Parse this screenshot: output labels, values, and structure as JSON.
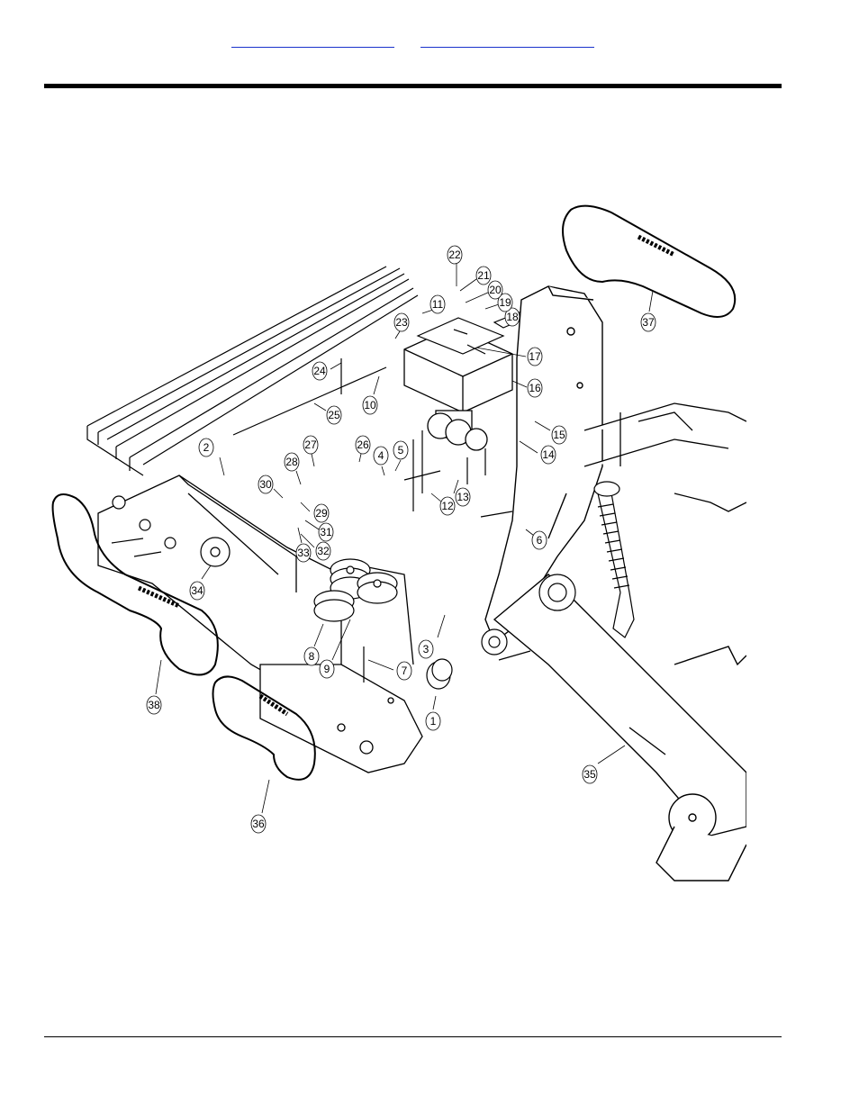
{
  "header": {
    "links": [
      {
        "label": ""
      },
      {
        "label": ""
      }
    ]
  },
  "diagram": {
    "callouts": [
      "1",
      "2",
      "3",
      "4",
      "5",
      "6",
      "7",
      "8",
      "9",
      "10",
      "11",
      "12",
      "13",
      "14",
      "15",
      "16",
      "17",
      "18",
      "19",
      "20",
      "21",
      "22",
      "23",
      "24",
      "25",
      "26",
      "27",
      "28",
      "29",
      "30",
      "31",
      "32",
      "33",
      "34",
      "35",
      "36",
      "37",
      "38"
    ]
  }
}
